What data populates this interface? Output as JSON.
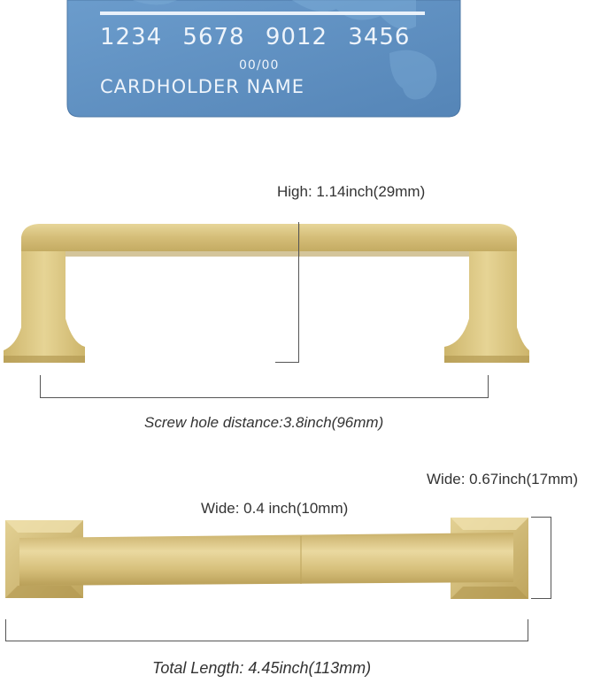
{
  "card": {
    "number": "1234 5678 9012 3456",
    "expiry": "00/00",
    "holder": "CARDHOLDER NAME"
  },
  "top_view": {
    "height_label": "High: 1.14inch(29mm)",
    "screw_distance_label": "Screw hole distance:3.8inch(96mm)"
  },
  "side_view": {
    "base_width_label": "Wide: 0.67inch(17mm)",
    "bar_width_label": "Wide: 0.4 inch(10mm)",
    "total_length_label": "Total Length: 4.45inch(113mm)"
  },
  "colors": {
    "card_blue": "#5f8fc0",
    "brass": "#d9c481",
    "brass_shadow": "#b59d55",
    "brass_highlight": "#f1e3b0",
    "dimension_line": "#555555"
  }
}
